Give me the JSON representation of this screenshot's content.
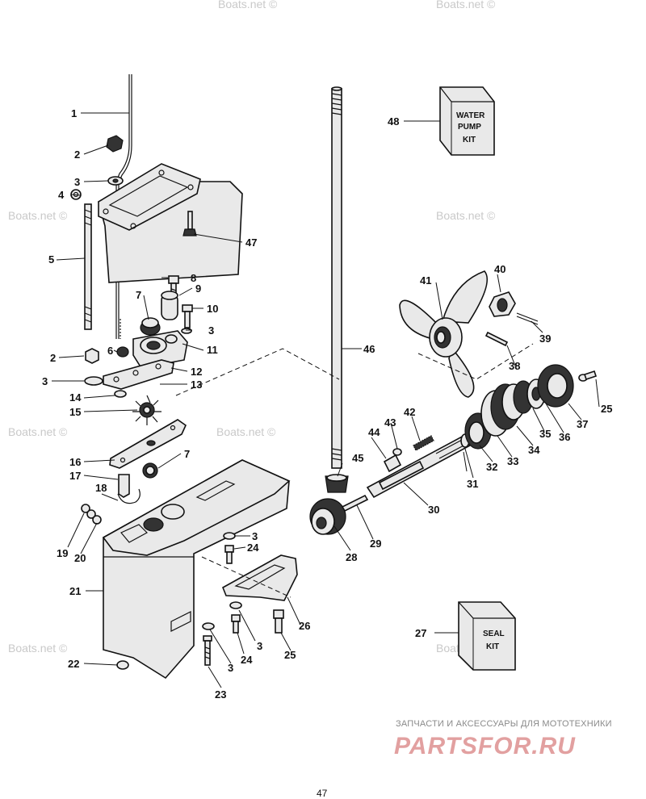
{
  "watermark": "Boats.net ©",
  "footer": {
    "tagline": "ЗАПЧАСТИ И АКСЕССУАРЫ ДЛЯ МОТОТЕХНИКИ",
    "logo_part1": "PARTS",
    "logo_part2": "FOR.RU",
    "page_number": "47"
  },
  "kits": {
    "water_pump": [
      "WATER",
      "PUMP",
      "KIT"
    ],
    "seal": [
      "SEAL",
      "KIT"
    ]
  },
  "callouts": {
    "c1": "1",
    "c2a": "2",
    "c2b": "2",
    "c3a": "3",
    "c3b": "3",
    "c3c": "3",
    "c3d": "3",
    "c3e": "3",
    "c3f": "3",
    "c4": "4",
    "c5": "5",
    "c6": "6",
    "c7a": "7",
    "c7b": "7",
    "c8": "8",
    "c9": "9",
    "c10": "10",
    "c11": "11",
    "c12": "12",
    "c13": "13",
    "c14": "14",
    "c15": "15",
    "c16": "16",
    "c17": "17",
    "c18": "18",
    "c19": "19",
    "c20": "20",
    "c21": "21",
    "c22": "22",
    "c23": "23",
    "c24a": "24",
    "c24b": "24",
    "c25a": "25",
    "c25b": "25",
    "c26": "26",
    "c27": "27",
    "c28": "28",
    "c29": "29",
    "c30": "30",
    "c31": "31",
    "c32": "32",
    "c33": "33",
    "c34": "34",
    "c35": "35",
    "c36": "36",
    "c37": "37",
    "c38": "38",
    "c39": "39",
    "c40": "40",
    "c41": "41",
    "c42": "42",
    "c43": "43",
    "c44": "44",
    "c45": "45",
    "c46": "46",
    "c47": "47",
    "c48": "48"
  }
}
